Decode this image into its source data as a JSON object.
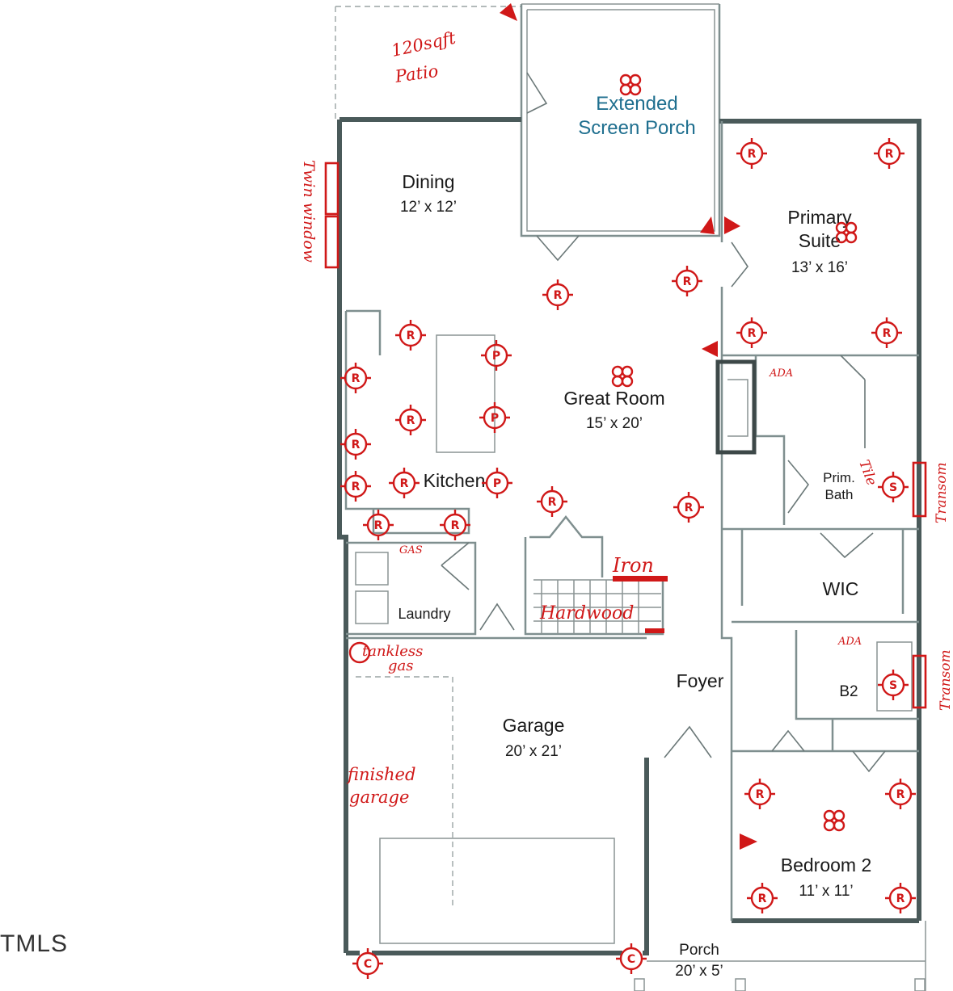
{
  "rooms": {
    "porch_ext": {
      "name": "Extended",
      "name2": "Screen Porch"
    },
    "dining": {
      "name": "Dining",
      "dim": "12’ x 12’"
    },
    "primary": {
      "name": "Primary",
      "name2": "Suite",
      "dim": "13’ x 16’"
    },
    "great": {
      "name": "Great Room",
      "dim": "15’ x 20’"
    },
    "kitchen": {
      "name": "Kitchen"
    },
    "prim_bath": {
      "name": "Prim.",
      "name2": "Bath"
    },
    "wic": {
      "name": "WIC"
    },
    "laundry": {
      "name": "Laundry"
    },
    "foyer": {
      "name": "Foyer"
    },
    "b2": {
      "name": "B2"
    },
    "garage": {
      "name": "Garage",
      "dim": "20’ x 21’"
    },
    "bedroom2": {
      "name": "Bedroom 2",
      "dim": "11’ x 11’"
    },
    "porch": {
      "name": "Porch",
      "dim": "20’ x 5’"
    }
  },
  "annotations": {
    "patio_1": "120sqft",
    "patio_2": "Patio",
    "twin_window": "Twin window",
    "iron": "Iron",
    "hardwood": "Hardwood",
    "gas": "GAS",
    "tankless_1": "tankless",
    "tankless_2": "gas",
    "finished_1": "finished",
    "finished_2": "garage",
    "tile": "Tile",
    "ada_1": "ADA",
    "ada_2": "ADA",
    "transom_1": "Transom",
    "transom_2": "Transom"
  },
  "marker_letters": {
    "recessed": "R",
    "speaker": "S",
    "coach": "C",
    "pendant": "P"
  },
  "footer": {
    "mls": "TMLS"
  },
  "colors": {
    "annotation": "#d01818",
    "wall": "#4a5a5a",
    "porch_text": "#1f6f8f"
  }
}
